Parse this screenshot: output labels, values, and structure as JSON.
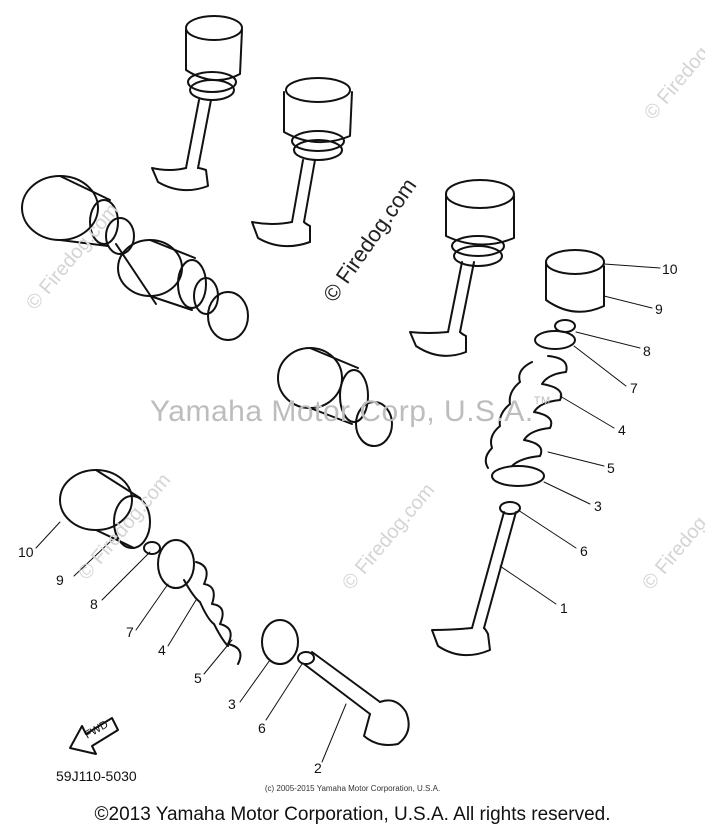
{
  "diagram": {
    "callouts_right": [
      "10",
      "9",
      "8",
      "7",
      "4",
      "5",
      "3",
      "6",
      "1"
    ],
    "callouts_left": [
      "10",
      "9",
      "8",
      "7",
      "4",
      "5",
      "3",
      "6",
      "2"
    ],
    "fwd_label": "FWD",
    "part_number": "59J110-5030"
  },
  "watermarks": {
    "brand": "Yamaha Motor Corp, U.S.A.",
    "tm": "TM",
    "site": "© Firedog.com"
  },
  "footer": {
    "small_copyright": "(c) 2005-2015 Yamaha Motor Corporation, U.S.A.",
    "copyright": "©2013 Yamaha Motor Corporation, U.S.A. All rights reserved."
  }
}
